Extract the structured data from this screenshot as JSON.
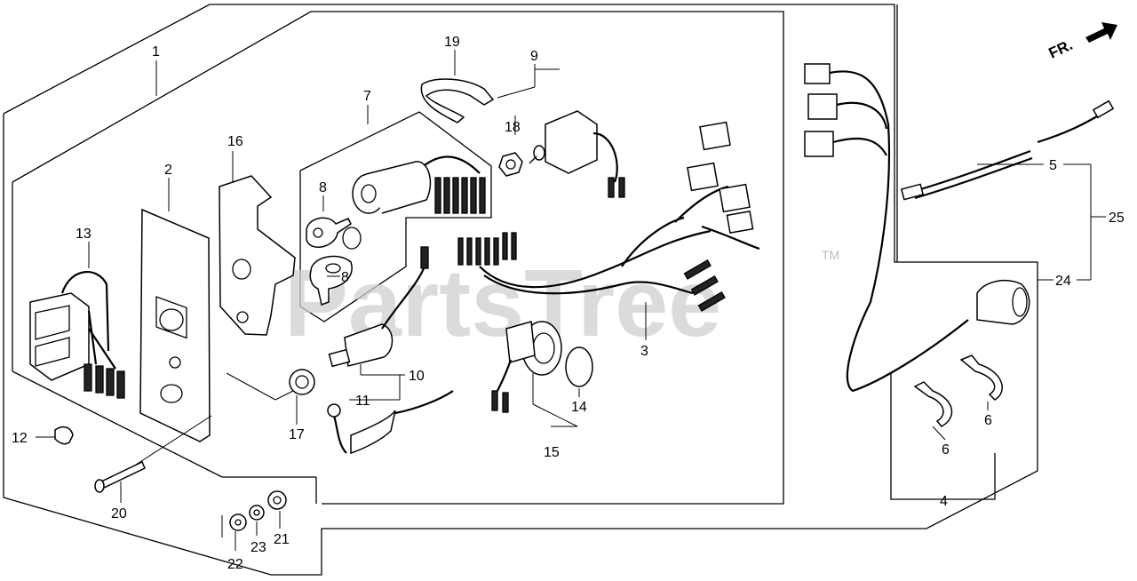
{
  "watermark": {
    "text": "PartsTree",
    "trademark": "TM"
  },
  "direction": {
    "label": "FR."
  },
  "callouts": {
    "c1": "1",
    "c2": "2",
    "c3": "3",
    "c4": "4",
    "c5": "5",
    "c6a": "6",
    "c6b": "6",
    "c7": "7",
    "c8a": "8",
    "c8b": "8",
    "c9": "9",
    "c10": "10",
    "c11": "11",
    "c12": "12",
    "c13": "13",
    "c14": "14",
    "c15": "15",
    "c16": "16",
    "c17": "17",
    "c18": "18",
    "c19": "19",
    "c20": "20",
    "c21": "21",
    "c22": "22",
    "c23": "23",
    "c24": "24",
    "c25": "25"
  }
}
